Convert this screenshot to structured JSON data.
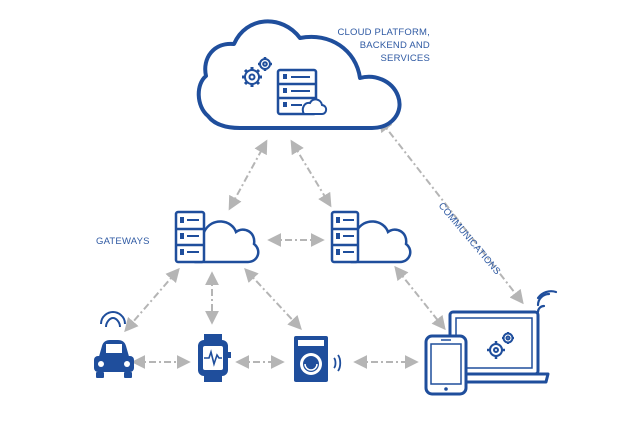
{
  "labels": {
    "cloud_line1": "CLOUD PLATFORM,",
    "cloud_line2": "BACKEND AND",
    "cloud_line3": "SERVICES",
    "gateways": "GATEWAYS",
    "communications": "COMMUNICATIONS"
  },
  "colors": {
    "primary": "#1f4e9c",
    "connector": "#b5b5b5",
    "text": "#2f5aa3"
  },
  "icons": {
    "cloud": "cloud-icon",
    "gear": "gear-icon",
    "server": "server-icon",
    "gateway": "gateway-server-cloud-icon",
    "car": "connected-car-icon",
    "smartwatch": "smartwatch-icon",
    "washer": "smart-washer-icon",
    "laptop": "laptop-icon",
    "phone": "smartphone-icon",
    "wifi": "wifi-signal-icon"
  }
}
